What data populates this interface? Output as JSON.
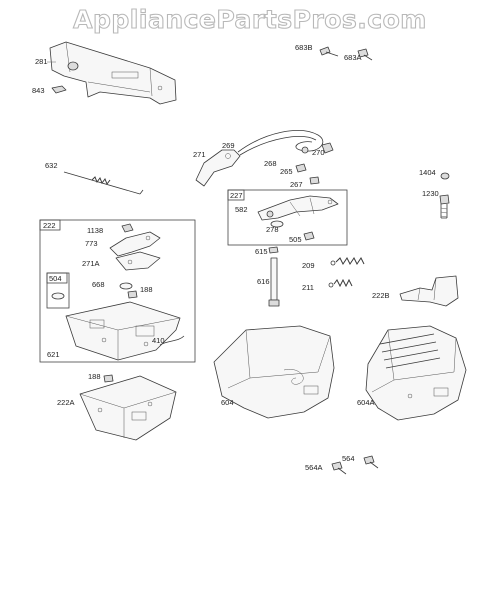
{
  "watermark": "AppliancePartsPros.com",
  "colors": {
    "line": "#3a3a3a",
    "watermark_outline": "#b8b8b8",
    "background": "#ffffff"
  },
  "parts": {
    "p281": "281",
    "p843": "843",
    "p683B": "683B",
    "p683A": "683A",
    "p269": "269",
    "p271": "271",
    "p268": "268",
    "p270": "270",
    "p265": "265",
    "p267": "267",
    "p1404": "1404",
    "p1230": "1230",
    "p632": "632",
    "p227": "227",
    "p582": "582",
    "p278": "278",
    "p505": "505",
    "p222": "222",
    "p1138": "1138",
    "p773": "773",
    "p271A": "271A",
    "p668": "668",
    "p188a": "188",
    "p504": "504",
    "p621": "621",
    "p410": "410",
    "p615": "615",
    "p616": "616",
    "p209": "209",
    "p211": "211",
    "p222B": "222B",
    "p188b": "188",
    "p222A": "222A",
    "p604": "604",
    "p604A": "604A",
    "p564": "564",
    "p564A": "564A"
  }
}
